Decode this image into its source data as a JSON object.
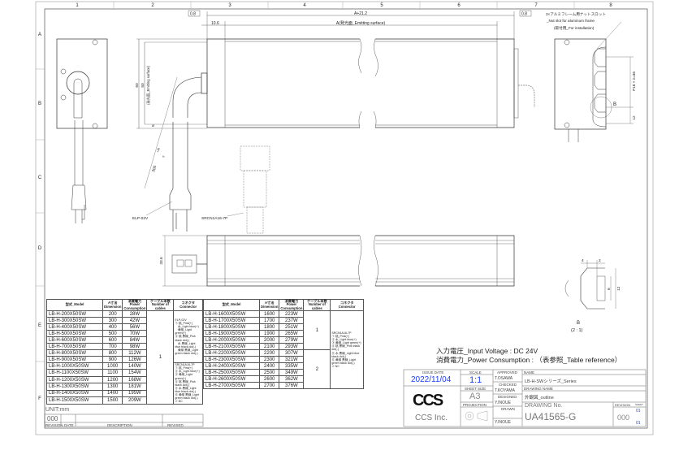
{
  "sheet": {
    "columns": [
      "1",
      "2",
      "3",
      "4",
      "5",
      "6",
      "7",
      "8"
    ],
    "rows": [
      "A",
      "B",
      "C",
      "D",
      "E",
      "F"
    ]
  },
  "dimensions": {
    "overall": "A+21.2",
    "emitting": "A(発光面_Emitting surface)",
    "offset_left": "0.8",
    "offset_right": "0.8",
    "inset": "10.6",
    "height": "60",
    "emitting_height": "50",
    "emitting_height_note": "(発光面_Emitting surface)",
    "bottom_gap": "5",
    "cable_length": "300",
    "cable_tol_plus": "+30",
    "cable_tol_minus": "0",
    "depth": "33.6",
    "pitch": "P18 × 2=36",
    "slot_offset": "12",
    "detail_w1": "4",
    "detail_w2": "2",
    "detail_h1": "6",
    "detail_h2": "12"
  },
  "labels": {
    "nut_slot_jp": "3×アルミフレーム用ナットスロット",
    "nut_slot_en": "_Nut slot for aluminum frame",
    "nut_slot_use": "(取付用_For installation)",
    "detail_marker": "B",
    "connector_elp": "ELP-02V",
    "connector_srcn": "SRCN1A16-7P",
    "detail_title": "B",
    "detail_scale": "(2 : 1)"
  },
  "notes": {
    "input_voltage": "入力電圧_Input Voltage : DC 24V",
    "power_consumption": "消費電力_Power Consumption : （表参照_Table reference）"
  },
  "table_headers": {
    "model": "型式_Model",
    "dimension": "A寸法 Dimension",
    "power": "消費電力 Power Consumption",
    "cables": "ケーブル本数 Number of cables",
    "connector": "コネクタ Connector"
  },
  "table_left": {
    "rows": [
      {
        "model": "LB-H-200X50SW",
        "dim": "200",
        "power": "28W"
      },
      {
        "model": "LB-H-300X50SW",
        "dim": "300",
        "power": "42W"
      },
      {
        "model": "LB-H-400X50SW",
        "dim": "400",
        "power": "56W"
      },
      {
        "model": "LB-H-500X50SW",
        "dim": "500",
        "power": "70W"
      },
      {
        "model": "LB-H-600X50SW",
        "dim": "600",
        "power": "84W"
      },
      {
        "model": "LB-H-700X50SW",
        "dim": "700",
        "power": "98W"
      },
      {
        "model": "LB-H-800X50SW",
        "dim": "800",
        "power": "112W"
      },
      {
        "model": "LB-H-900X50SW",
        "dim": "900",
        "power": "126W"
      },
      {
        "model": "LB-H-1000X50SW",
        "dim": "1000",
        "power": "140W"
      },
      {
        "model": "LB-H-1100X50SW",
        "dim": "1100",
        "power": "154W"
      },
      {
        "model": "LB-H-1200X50SW",
        "dim": "1200",
        "power": "168W"
      },
      {
        "model": "LB-H-1300X50SW",
        "dim": "1300",
        "power": "181W"
      },
      {
        "model": "LB-H-1400X50SW",
        "dim": "1400",
        "power": "195W"
      },
      {
        "model": "LB-H-1500X50SW",
        "dim": "1500",
        "power": "209W"
      }
    ],
    "cables": "1",
    "connector_elp": [
      "ELP-02V",
      "① 桃_Pink(+)",
      "　水_Light blue(+)",
      "　黄緑_Light green(+)",
      "② 桃 黒線_Pink black dot(-)",
      "　水 黒線_Light blue black dot(-)",
      "　黄緑 黒線_Light green black dot(-)"
    ],
    "connector_srcn": [
      "SRCN1A16-7P",
      "① 桃_Pink(+)",
      "② 水_Light blue(+)",
      "③ 黄緑_Light green(+)",
      "④ 桃 黒線_Pink black dot(-)",
      "⑤ 水 黒線_Light blue black dot(-)",
      "⑥ 黄緑 黒線_Light green black dot(-)",
      "⑦ NC"
    ]
  },
  "table_right": {
    "rows": [
      {
        "model": "LB-H-1600X50SW",
        "dim": "1600",
        "power": "223W"
      },
      {
        "model": "LB-H-1700X50SW",
        "dim": "1700",
        "power": "237W"
      },
      {
        "model": "LB-H-1800X50SW",
        "dim": "1800",
        "power": "251W"
      },
      {
        "model": "LB-H-1900X50SW",
        "dim": "1900",
        "power": "265W"
      },
      {
        "model": "LB-H-2000X50SW",
        "dim": "2000",
        "power": "279W"
      },
      {
        "model": "LB-H-2100X50SW",
        "dim": "2100",
        "power": "293W"
      },
      {
        "model": "LB-H-2200X50SW",
        "dim": "2200",
        "power": "307W"
      },
      {
        "model": "LB-H-2300X50SW",
        "dim": "2300",
        "power": "321W"
      },
      {
        "model": "LB-H-2400X50SW",
        "dim": "2400",
        "power": "335W"
      },
      {
        "model": "LB-H-2500X50SW",
        "dim": "2500",
        "power": "349W"
      },
      {
        "model": "LB-H-2600X50SW",
        "dim": "2600",
        "power": "362W"
      },
      {
        "model": "LB-H-2700X50SW",
        "dim": "2700",
        "power": "376W"
      }
    ],
    "cables_a": "1",
    "cables_b": "2",
    "connector_srcn": [
      "SRCN1A16-7P",
      "① 桃_Pink(+)",
      "② 水_Light blue(+)",
      "③ 黄緑_Light green(+)",
      "④ 桃 黒線_Pink black dot(-)",
      "⑤ 水 黒線_Light blue black dot(-)",
      "⑥ 黄緑 黒線_Light green black dot(-)",
      "⑦ NC"
    ]
  },
  "revision_block": {
    "unit": "UNIT:mm",
    "revision": "000",
    "headers": [
      "REVISION",
      "DATE",
      "DESCRIPTION",
      "REVISED"
    ]
  },
  "title_block": {
    "issue_date_label": "ISSUE DATE",
    "issue_date": "2022/11/04",
    "scale_label": "SCALE",
    "scale": "1:1",
    "sheet_size_label": "SHEET SIZE",
    "sheet_size": "A3",
    "projection_label": "PROJECTION",
    "approved_label": "APPROVED",
    "approved": "T.OSAWA",
    "checked_label": "CHECKED",
    "checked": "T.KOYAMA",
    "designed_label": "DESIGNED",
    "designed": "Y.INOUE",
    "drawn_label": "DRAWN",
    "drawn": "Y.INOUE",
    "name_label": "NAME",
    "name": "LB-H-SWシリーズ_Series",
    "drawing_name_label": "DRAWING NAME",
    "drawing_name": "外観図_outline",
    "drawing_no_label": "DRAWING No.",
    "drawing_no": "UA41565-G",
    "revision_label": "REVISION",
    "sheet_label": "SHEET",
    "revision": "000",
    "sheet_num": "01",
    "sheet_total": "01",
    "company_logo": "CCS",
    "company": "CCS Inc.",
    "accent_color": "#1a3cff"
  }
}
